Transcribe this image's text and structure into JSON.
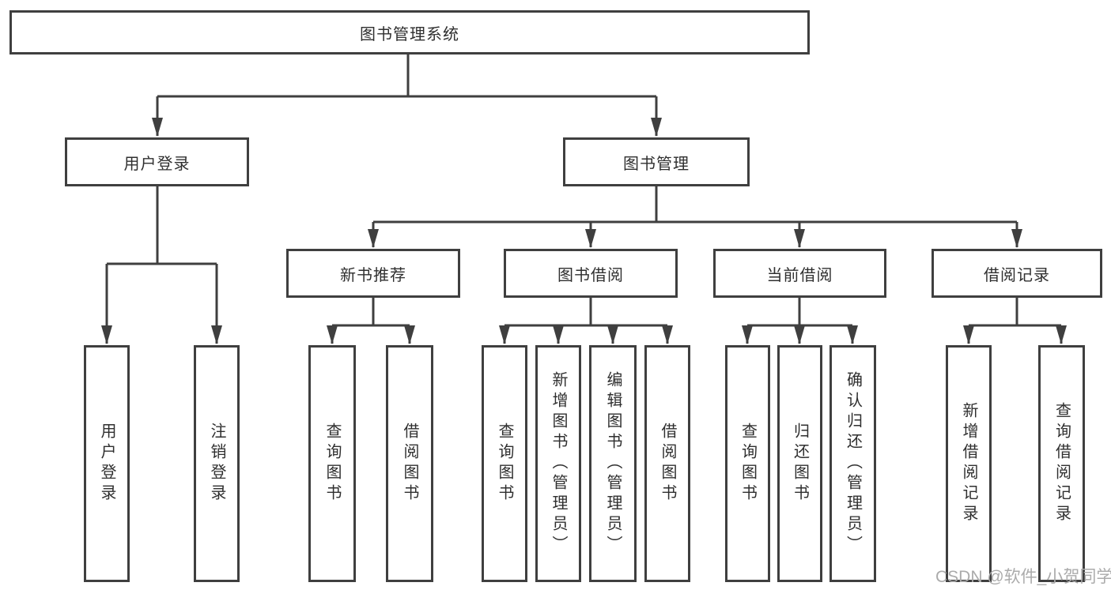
{
  "tree": {
    "root": {
      "label": "图书管理系统"
    },
    "branches": [
      {
        "label": "用户登录",
        "children": [
          {
            "label": "用户登录"
          },
          {
            "label": "注销登录"
          }
        ]
      },
      {
        "label": "图书管理",
        "groups": [
          {
            "label": "新书推荐",
            "children": [
              {
                "label": "查询图书"
              },
              {
                "label": "借阅图书"
              }
            ]
          },
          {
            "label": "图书借阅",
            "children": [
              {
                "label": "查询图书"
              },
              {
                "label": "新增图书（管理员）"
              },
              {
                "label": "编辑图书（管理员）"
              },
              {
                "label": "借阅图书"
              }
            ]
          },
          {
            "label": "当前借阅",
            "children": [
              {
                "label": "查询图书"
              },
              {
                "label": "归还图书"
              },
              {
                "label": "确认归还（管理员）"
              }
            ]
          },
          {
            "label": "借阅记录",
            "children": [
              {
                "label": "新增借阅记录"
              },
              {
                "label": "查询借阅记录"
              }
            ]
          }
        ]
      }
    ]
  },
  "watermark": "CSDN @软件_小贺同学",
  "colors": {
    "line": "#3f3f3f",
    "box_border": "#3f3f3f",
    "text": "#2f2f2f",
    "background": "#ffffff",
    "watermark": "#ababab"
  }
}
